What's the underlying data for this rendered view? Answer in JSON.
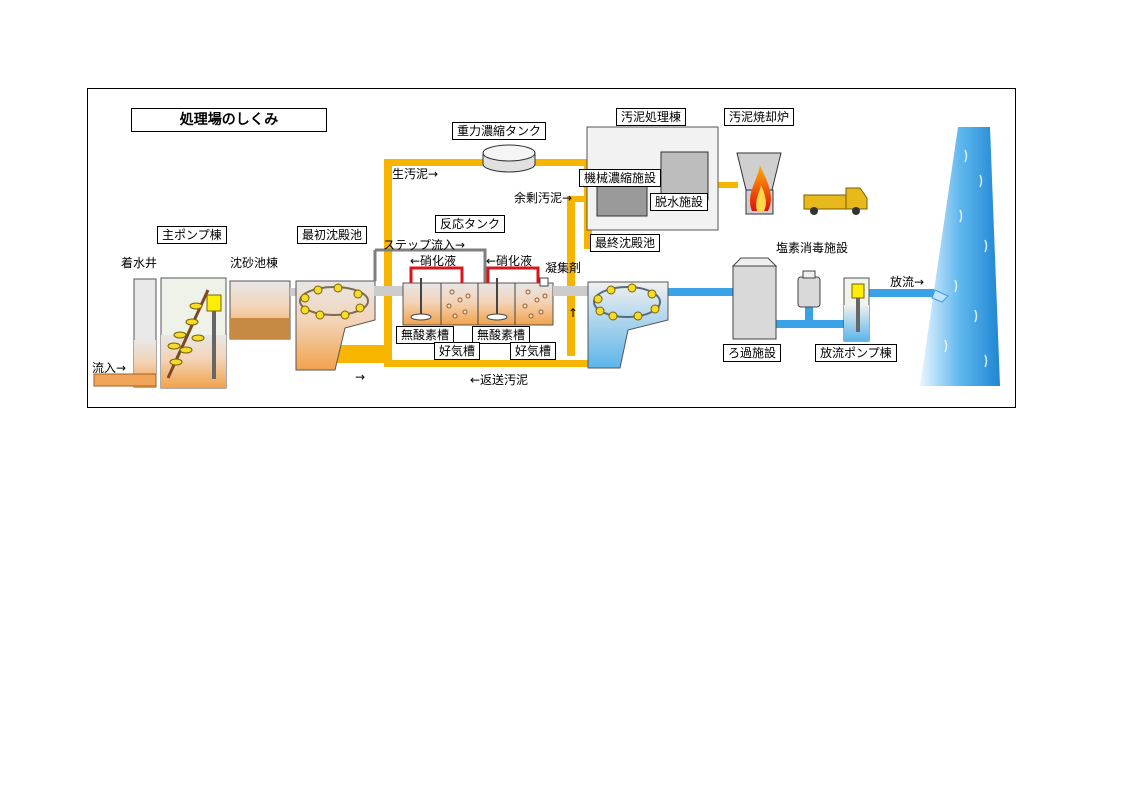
{
  "title": "処理場のしくみ",
  "labels": {
    "chakusuisei": "着水井",
    "main_pump": "主ポンプ棟",
    "grit_chamber": "沈砂池棟",
    "primary_tank": "最初沈殿池",
    "reaction_tank": "反応タンク",
    "step_inflow": "ステップ流入→",
    "nitrified_1": "←硝化液",
    "nitrified_2": "←硝化液",
    "coagulant": "凝集剤",
    "anoxic_1": "無酸素槽",
    "anoxic_2": "無酸素槽",
    "aerobic_1": "好気槽",
    "aerobic_2": "好気槽",
    "final_tank": "最終沈殿池",
    "gravity_thickener": "重力濃縮タンク",
    "raw_sludge": "生汚泥→",
    "excess_sludge": "余剰汚泥→",
    "sludge_building": "汚泥処理棟",
    "mech_thickening": "機械濃縮施設",
    "dewatering": "脱水施設",
    "incinerator": "汚泥焼却炉",
    "chlorine": "塩素消毒施設",
    "filtration": "ろ過施設",
    "discharge_pump": "放流ポンプ棟",
    "discharge": "放流→",
    "inflow": "流入→",
    "return_sludge": "←返送汚泥",
    "arrow_right": "→",
    "arrow_up": "↑"
  },
  "colors": {
    "sludge_pipe": "#f7b500",
    "water_pipe": "#2f9be0",
    "nitrified_pipe": "#d9141b",
    "step_pipe": "#7f7f7f",
    "river": "#3a9ad9"
  }
}
